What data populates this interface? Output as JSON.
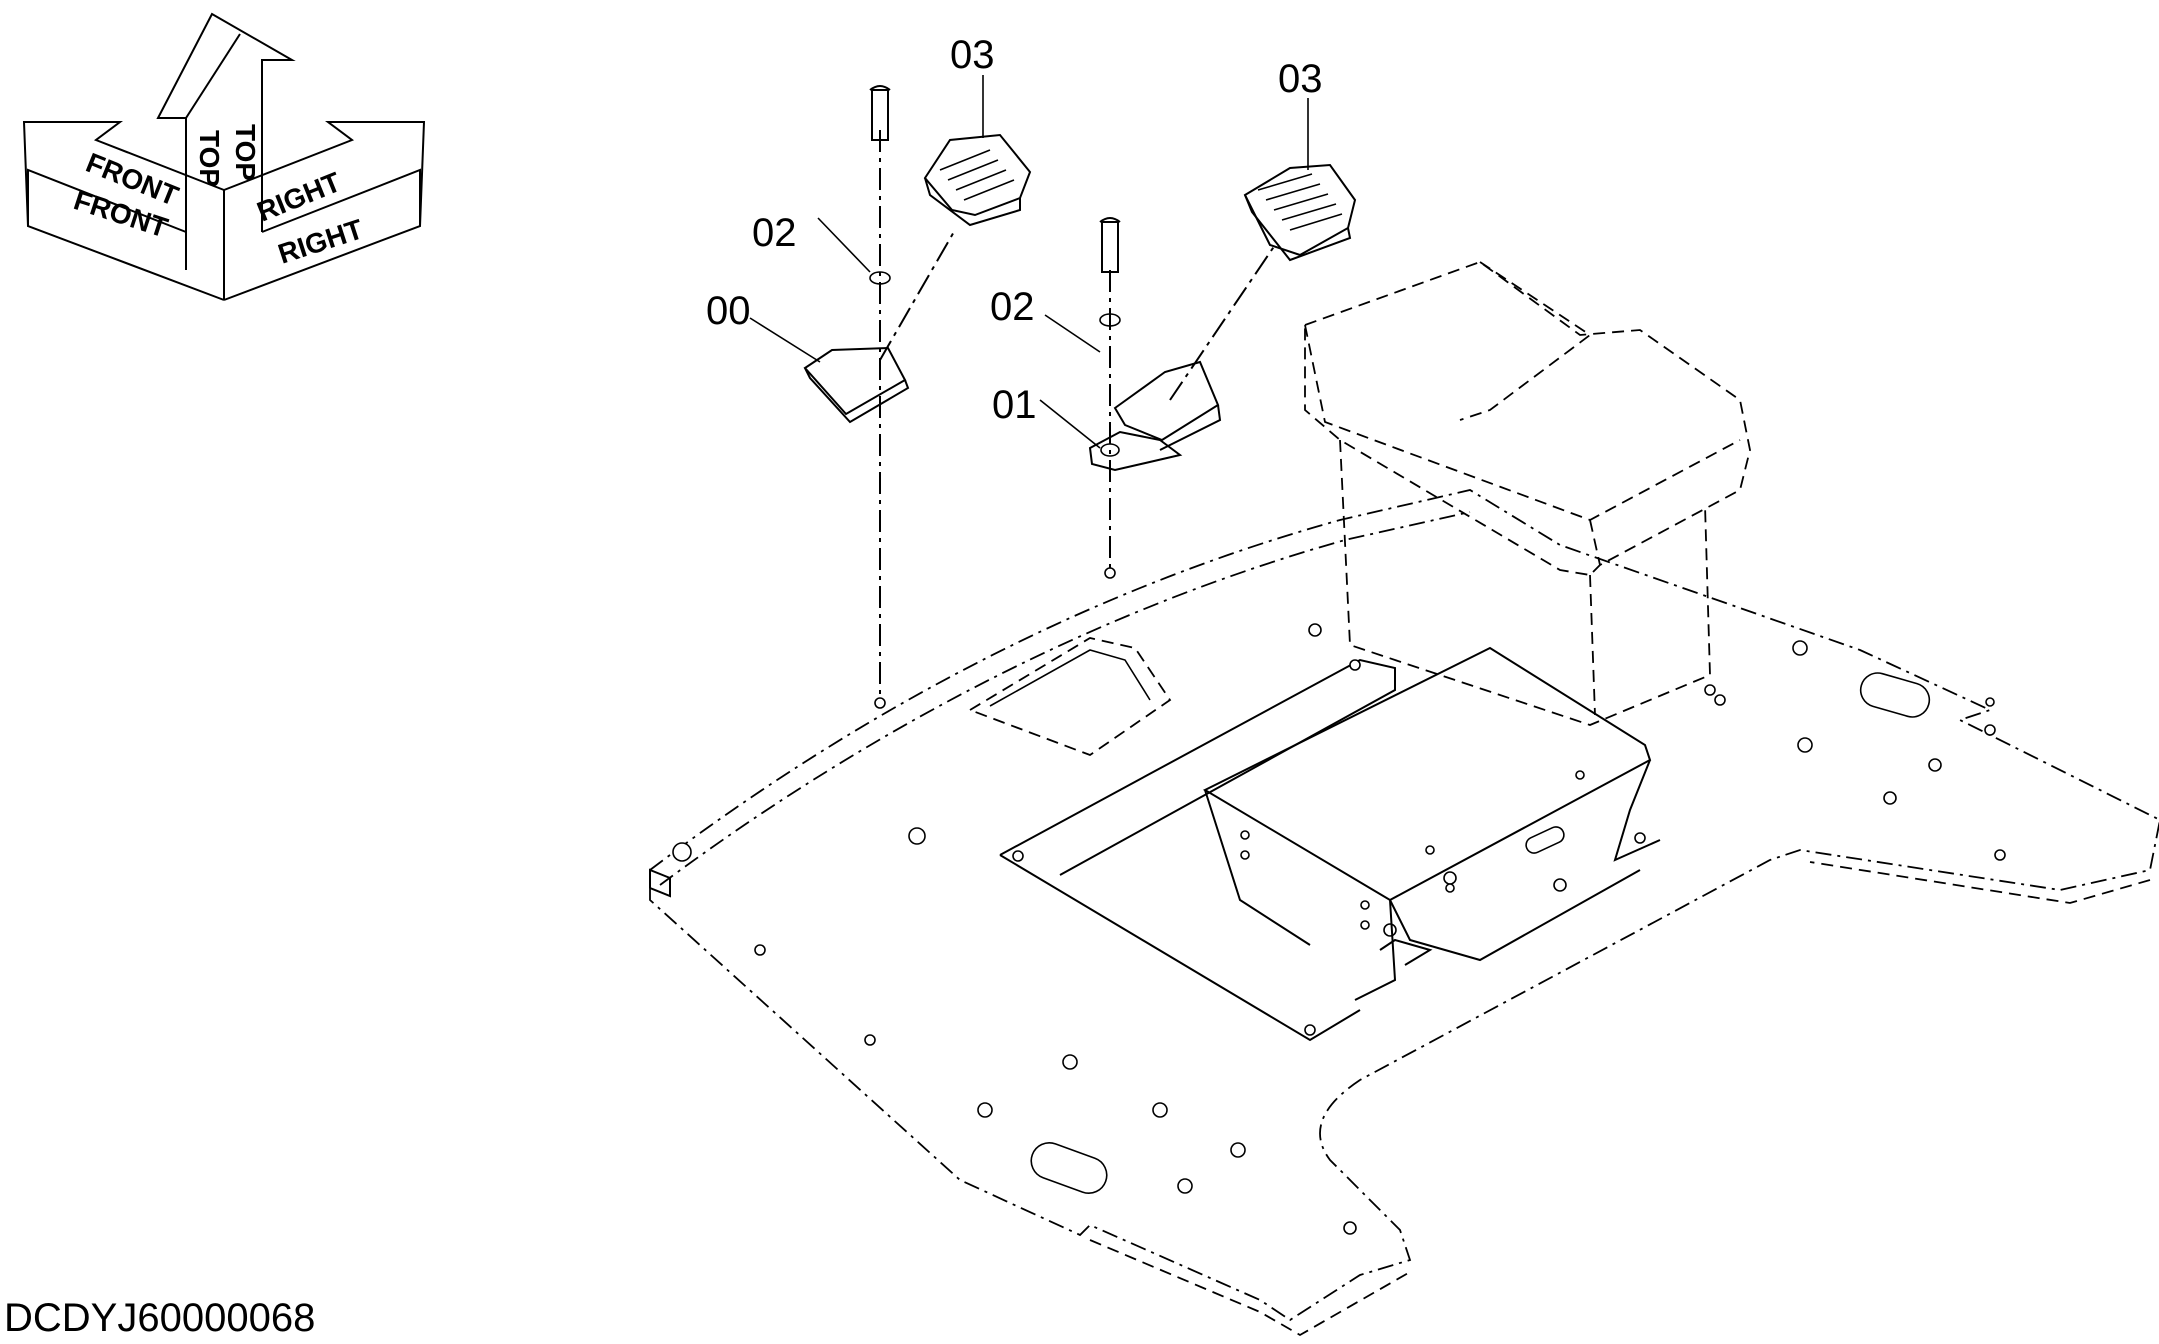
{
  "orientation": {
    "top_label": "TOP",
    "front_label": "FRONT",
    "right_label": "RIGHT"
  },
  "callouts": {
    "left_pedal": "03",
    "right_pedal": "03",
    "left_washer": "02",
    "right_washer": "02",
    "cover_plate": "00",
    "bracket": "01"
  },
  "drawing_code": "DCDYJ60000068"
}
